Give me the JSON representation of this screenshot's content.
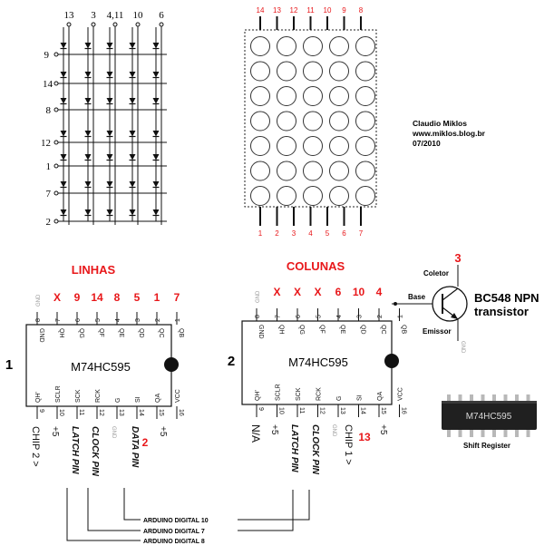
{
  "matrix_schematic": {
    "col_labels": [
      "13",
      "3",
      "4,11",
      "10",
      "6"
    ],
    "row_labels": [
      "9",
      "14",
      "8",
      "12",
      "1",
      "7",
      "2"
    ]
  },
  "matrix_top_pins": [
    "14",
    "13",
    "12",
    "11",
    "10",
    "9",
    "8"
  ],
  "matrix_bottom_pins": [
    "1",
    "2",
    "3",
    "4",
    "5",
    "6",
    "7"
  ],
  "credits": {
    "name": "Claudio Miklos",
    "site": "www.miklos.blog.br",
    "date": "07/2010"
  },
  "chip1": {
    "group_title": "LINHAS",
    "index": "1",
    "part": "M74HC595",
    "top_pins": [
      {
        "name": "GND",
        "num": "8",
        "mark": ""
      },
      {
        "name": "QH",
        "num": "7",
        "mark": "X"
      },
      {
        "name": "QG",
        "num": "6",
        "mark": "9"
      },
      {
        "name": "QF",
        "num": "5",
        "mark": "14"
      },
      {
        "name": "QE",
        "num": "4",
        "mark": "8"
      },
      {
        "name": "QD",
        "num": "3",
        "mark": "5"
      },
      {
        "name": "QC",
        "num": "2",
        "mark": "1"
      },
      {
        "name": "QB",
        "num": "1",
        "mark": "7"
      }
    ],
    "bottom_pins": [
      {
        "name": "QH'",
        "num": "9"
      },
      {
        "name": "SCLR",
        "num": "10"
      },
      {
        "name": "SCK",
        "num": "11"
      },
      {
        "name": "RCK",
        "num": "12"
      },
      {
        "name": "G",
        "num": "13"
      },
      {
        "name": "SI",
        "num": "14"
      },
      {
        "name": "QA",
        "num": "15"
      },
      {
        "name": "VCC",
        "num": "16"
      }
    ],
    "bottom_labels": {
      "chip2": "CHIP 2 >",
      "plus5_a": "+5",
      "latch": "LATCH PIN",
      "clock": "CLOCK PIN",
      "gnd": "GND",
      "data": "DATA PIN",
      "qa_mark": "2",
      "plus5_b": "+5"
    }
  },
  "chip2": {
    "group_title": "COLUNAS",
    "index": "2",
    "part": "M74HC595",
    "top_pins": [
      {
        "name": "GND",
        "num": "8",
        "mark": ""
      },
      {
        "name": "QH",
        "num": "7",
        "mark": "X"
      },
      {
        "name": "QG",
        "num": "6",
        "mark": "X"
      },
      {
        "name": "QF",
        "num": "5",
        "mark": "X"
      },
      {
        "name": "QE",
        "num": "4",
        "mark": "6"
      },
      {
        "name": "QD",
        "num": "3",
        "mark": "10"
      },
      {
        "name": "QC",
        "num": "2",
        "mark": "4"
      },
      {
        "name": "QB",
        "num": "1",
        "mark": ""
      }
    ],
    "bottom_pins": [
      {
        "name": "QH'",
        "num": "9"
      },
      {
        "name": "SCLR",
        "num": "10"
      },
      {
        "name": "SCK",
        "num": "11"
      },
      {
        "name": "RCK",
        "num": "12"
      },
      {
        "name": "G",
        "num": "13"
      },
      {
        "name": "SI",
        "num": "14"
      },
      {
        "name": "QA",
        "num": "15"
      },
      {
        "name": "VCC",
        "num": "16"
      }
    ],
    "bottom_labels": {
      "na": "N/A",
      "plus5_a": "+5",
      "latch": "LATCH PIN",
      "clock": "CLOCK PIN",
      "gnd": "GND",
      "chip1": "CHIP 1 >",
      "qa_mark": "13",
      "plus5_b": "+5"
    }
  },
  "transistor": {
    "collector_pin": "3",
    "collector": "Coletor",
    "base": "Base",
    "emitter": "Emissor",
    "gnd": "GND",
    "title_line1": "BC548 NPN",
    "title_line2": "transistor"
  },
  "arduino": {
    "line1": "ARDUINO DIGITAL 10",
    "line2": "ARDUINO DIGITAL 7",
    "line3": "ARDUINO DIGITAL 8"
  },
  "shift_register": {
    "chip_text": "M74HC595",
    "caption": "Shift Register"
  },
  "colors": {
    "accent_red": "#e8171a",
    "chip_body": "#202020"
  }
}
